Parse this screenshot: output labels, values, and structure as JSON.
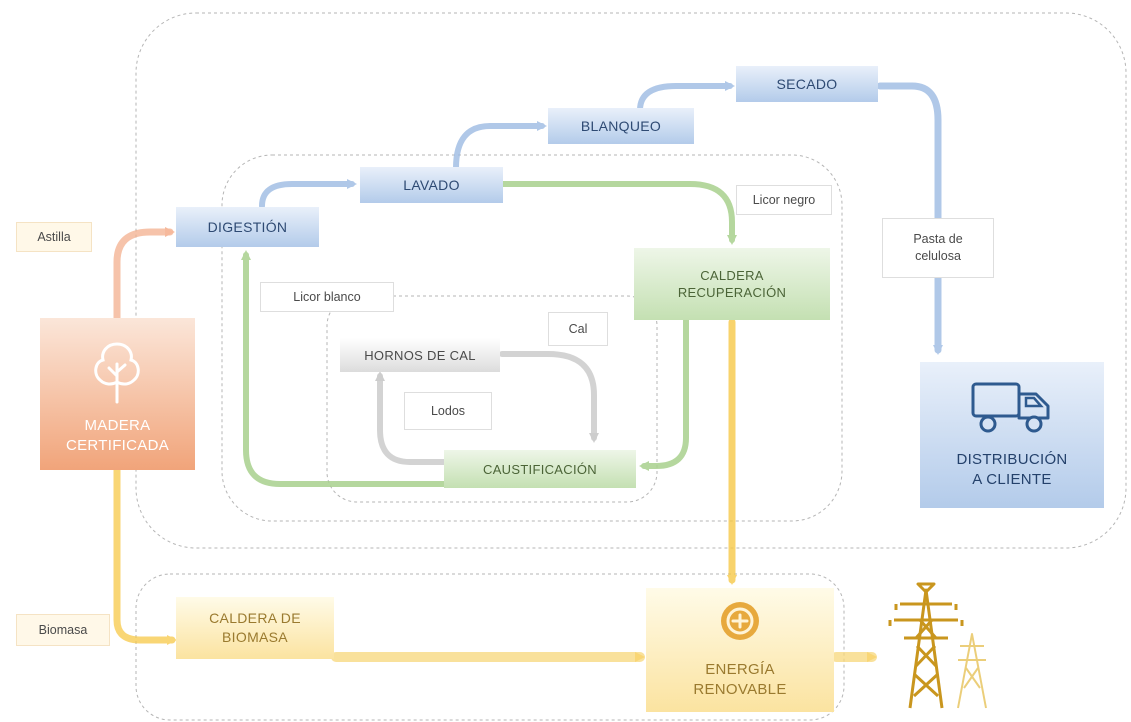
{
  "nodes": {
    "secado": "SECADO",
    "blanqueo": "BLANQUEO",
    "lavado": "LAVADO",
    "digestion": "DIGESTIÓN",
    "caldera_recuperacion": [
      "CALDERA",
      "RECUPERACIÓN"
    ],
    "hornos_de_cal": "HORNOS DE CAL",
    "caustificacion": "CAUSTIFICACIÓN",
    "madera_certificada": [
      "MADERA",
      "CERTIFICADA"
    ],
    "distribucion_cliente": [
      "DISTRIBUCIÓN",
      "A CLIENTE"
    ],
    "caldera_biomasa": [
      "CALDERA DE",
      "BIOMASA"
    ],
    "energia_renovable": [
      "ENERGÍA",
      "RENOVABLE"
    ]
  },
  "labels": {
    "astilla": "Astilla",
    "biomasa": "Biomasa",
    "licor_negro": "Licor negro",
    "licor_blanco": "Licor blanco",
    "cal": "Cal",
    "lodos": "Lodos",
    "pasta_de_celulosa": [
      "Pasta de",
      "celulosa"
    ]
  },
  "icons": {
    "madera": "tree-icon",
    "distribucion": "truck-icon",
    "energia": "recycle-badge-icon",
    "pylons": "power-pylon-icon"
  },
  "colors": {
    "blue": "#9dbbe3",
    "green": "#a9d18e",
    "orange": "#f4a27b",
    "yellow": "#f7c948",
    "gray": "#cfcfcf"
  }
}
